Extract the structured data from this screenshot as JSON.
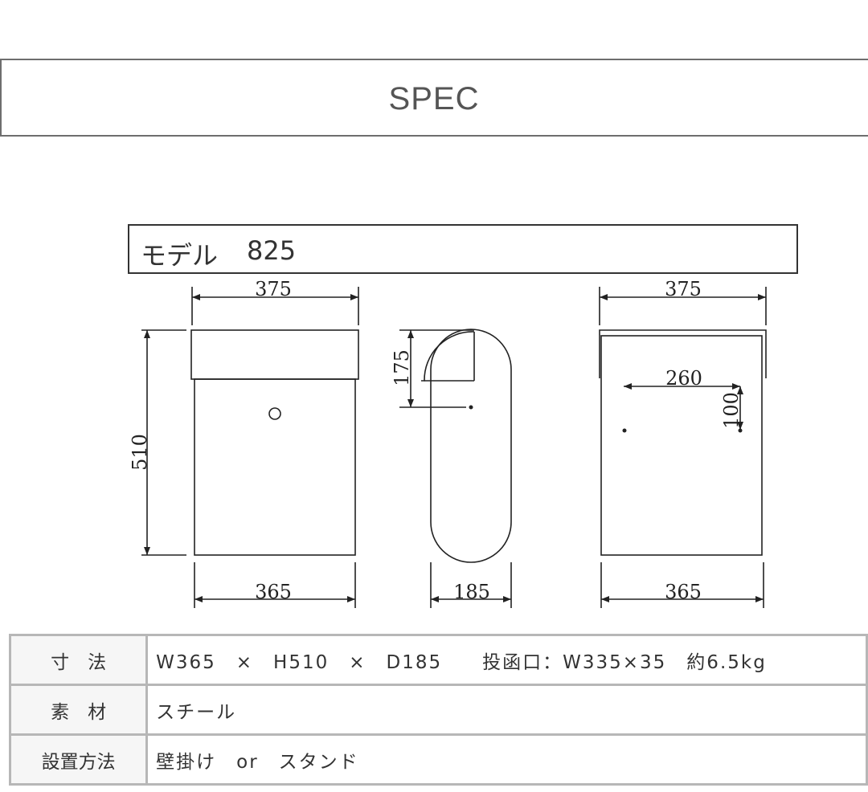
{
  "header": {
    "title": "SPEC"
  },
  "model": {
    "label": "モデル",
    "number": "825"
  },
  "drawing": {
    "front_top_width": "375",
    "front_height": "510",
    "front_bottom_width": "365",
    "side_top_height": "175",
    "side_depth": "185",
    "back_top_width": "375",
    "back_hole_spacing_h": "260",
    "back_hole_spacing_v": "100",
    "back_bottom_width": "365"
  },
  "spec_table": {
    "rows": [
      {
        "key": "寸　法",
        "value": "W365　×　H510　×　D185　　投函口：W335×35　約6.5kg"
      },
      {
        "key": "素　材",
        "value": "スチール"
      },
      {
        "key": "設置方法",
        "value": "壁掛け　or　スタンド"
      }
    ]
  }
}
